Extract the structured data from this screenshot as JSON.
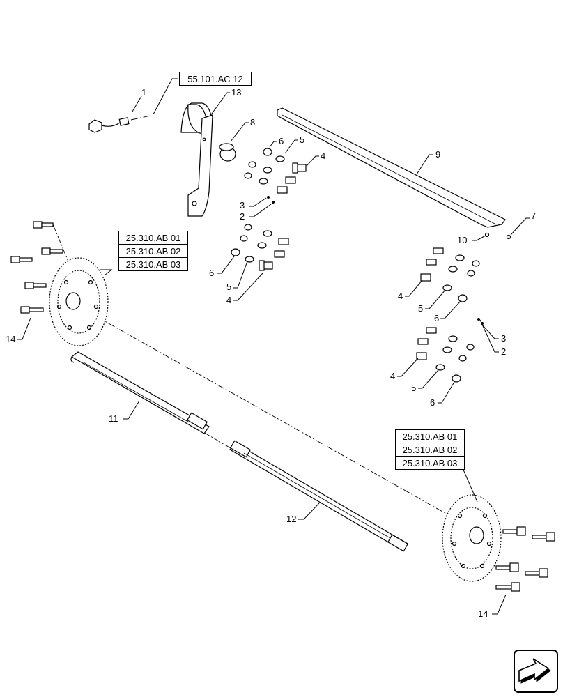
{
  "reference_boxes": {
    "top": "55.101.AC 12",
    "left": [
      "25.310.AB 01",
      "25.310.AB 02",
      "25.310.AB 03"
    ],
    "right": [
      "25.310.AB 01",
      "25.310.AB 02",
      "25.310.AB 03"
    ]
  },
  "callouts": {
    "c1": "1",
    "c13": "13",
    "c8": "8",
    "c9": "9",
    "c7": "7",
    "c10": "10",
    "c6a": "6",
    "c5a": "5",
    "c4a": "4",
    "c3a": "3",
    "c2a": "2",
    "c6b": "6",
    "c5b": "5",
    "c4b": "4",
    "c4c": "4",
    "c5c": "5",
    "c6c": "6",
    "c3c": "3",
    "c2c": "2",
    "c4d": "4",
    "c5d": "5",
    "c6d": "6",
    "c14a": "14",
    "c11": "11",
    "c12": "12",
    "c14b": "14"
  },
  "nav_icon": "next-page-arrow-icon"
}
